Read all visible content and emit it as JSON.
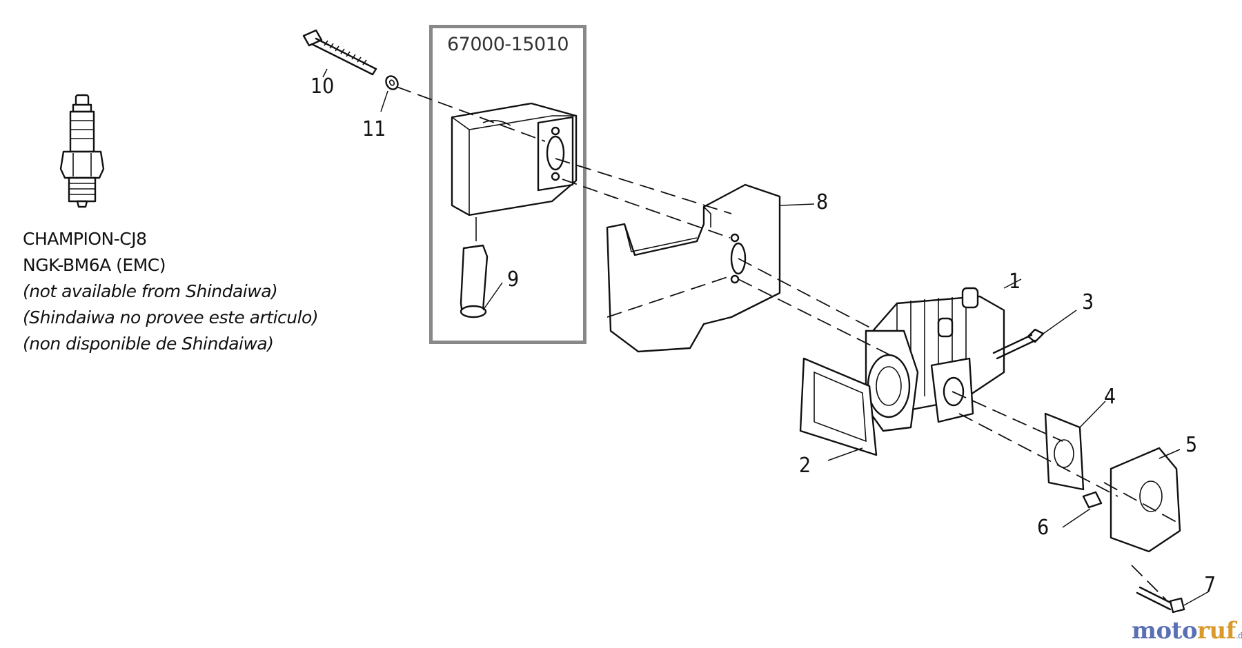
{
  "kit": {
    "part_number": "67000-15010"
  },
  "spark_plug": {
    "lines": [
      "CHAMPION-CJ8",
      "NGK-BM6A (EMC)",
      "(not available from Shindaiwa)",
      "(Shindaiwa no provee este articulo)",
      "(non disponible de Shindaiwa)"
    ]
  },
  "callouts": [
    "1",
    "2",
    "3",
    "4",
    "5",
    "6",
    "7",
    "8",
    "9",
    "10",
    "11"
  ],
  "watermark": {
    "part1": "moto",
    "part2": "ruf",
    "suffix": ".de"
  },
  "colors": {
    "kit_box": "#888888",
    "watermark_blue": "#5b6fb5",
    "watermark_orange": "#d99a2b"
  }
}
